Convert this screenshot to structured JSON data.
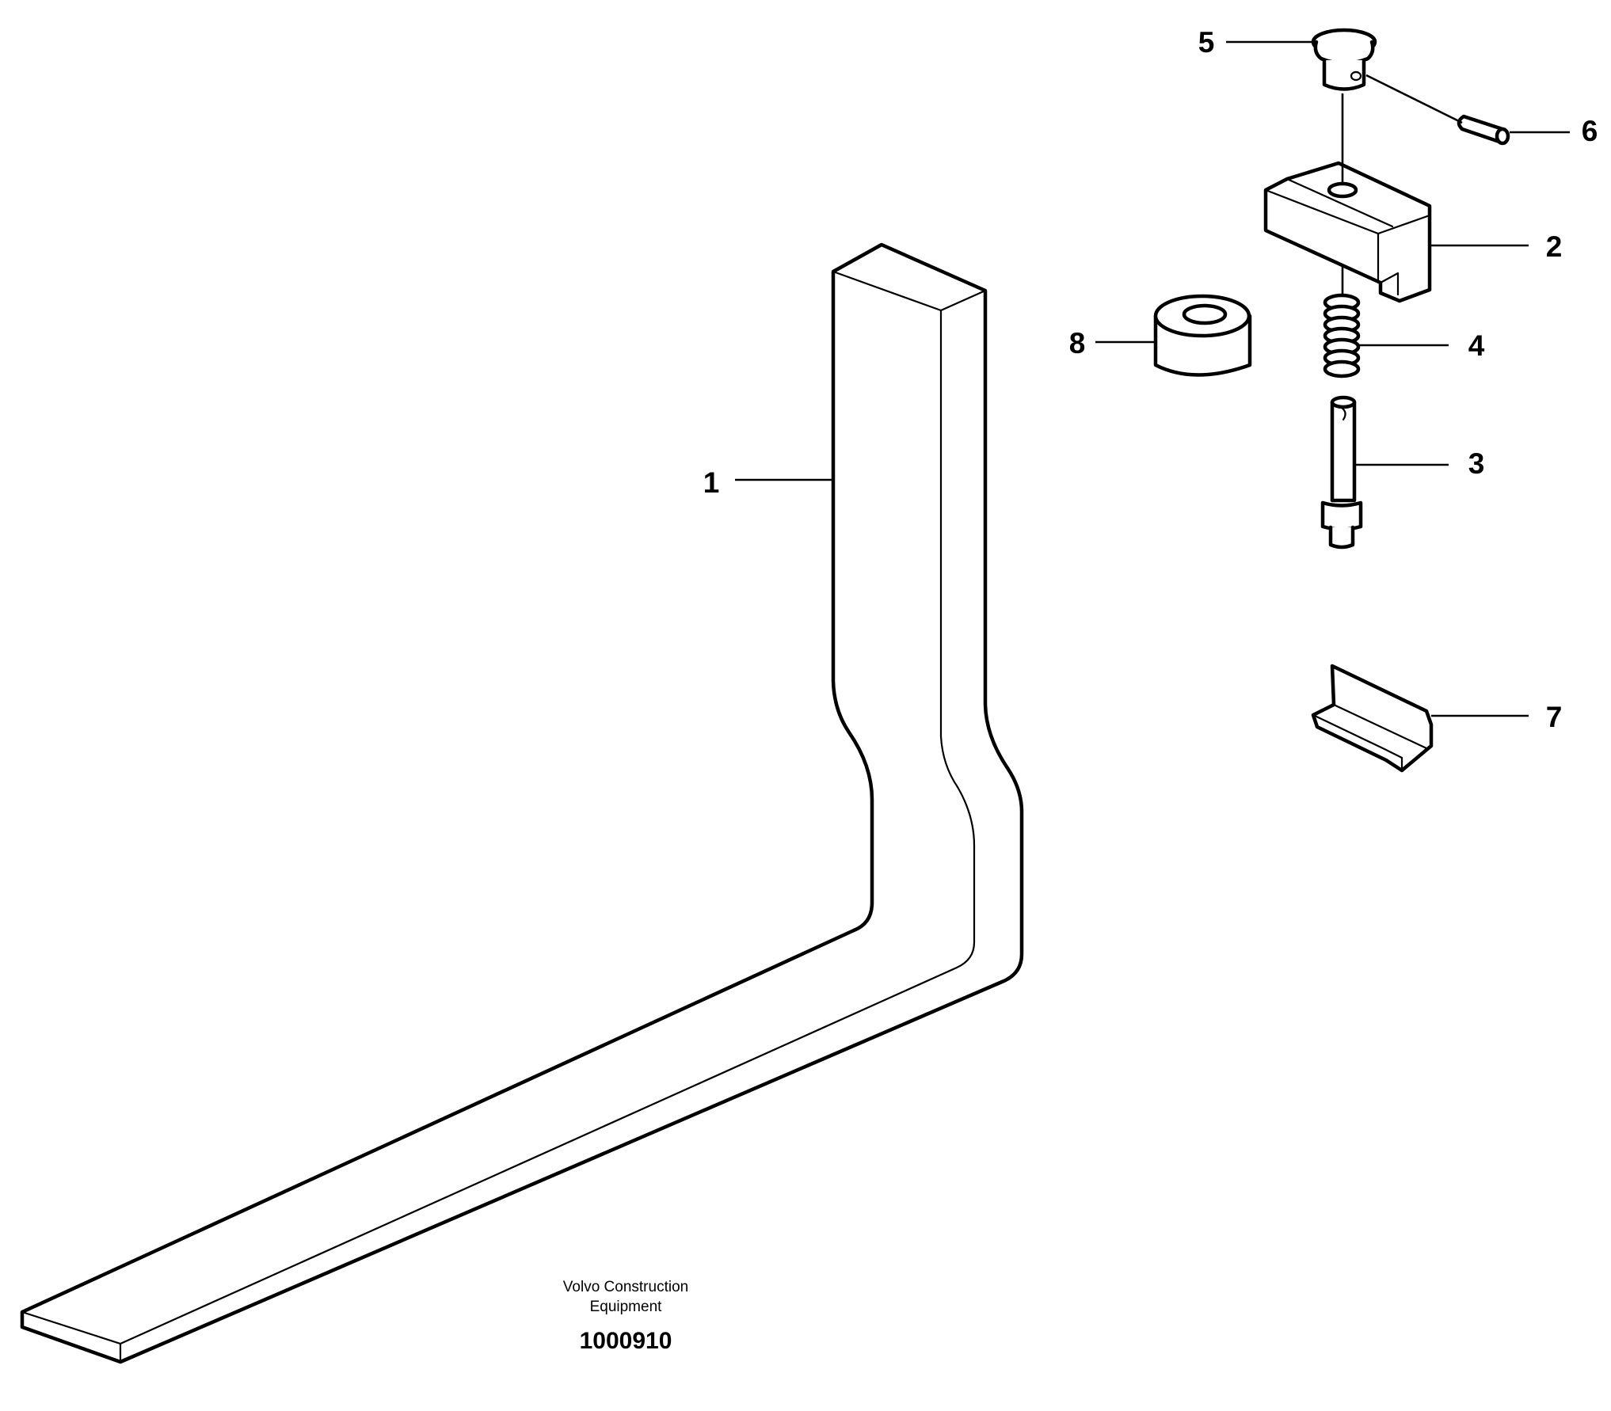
{
  "callouts": {
    "p1": "1",
    "p2": "2",
    "p3": "3",
    "p4": "4",
    "p5": "5",
    "p6": "6",
    "p7": "7",
    "p8": "8"
  },
  "caption": {
    "line1": "Volvo Construction",
    "line2": "Equipment",
    "drawing_number": "1000910"
  }
}
